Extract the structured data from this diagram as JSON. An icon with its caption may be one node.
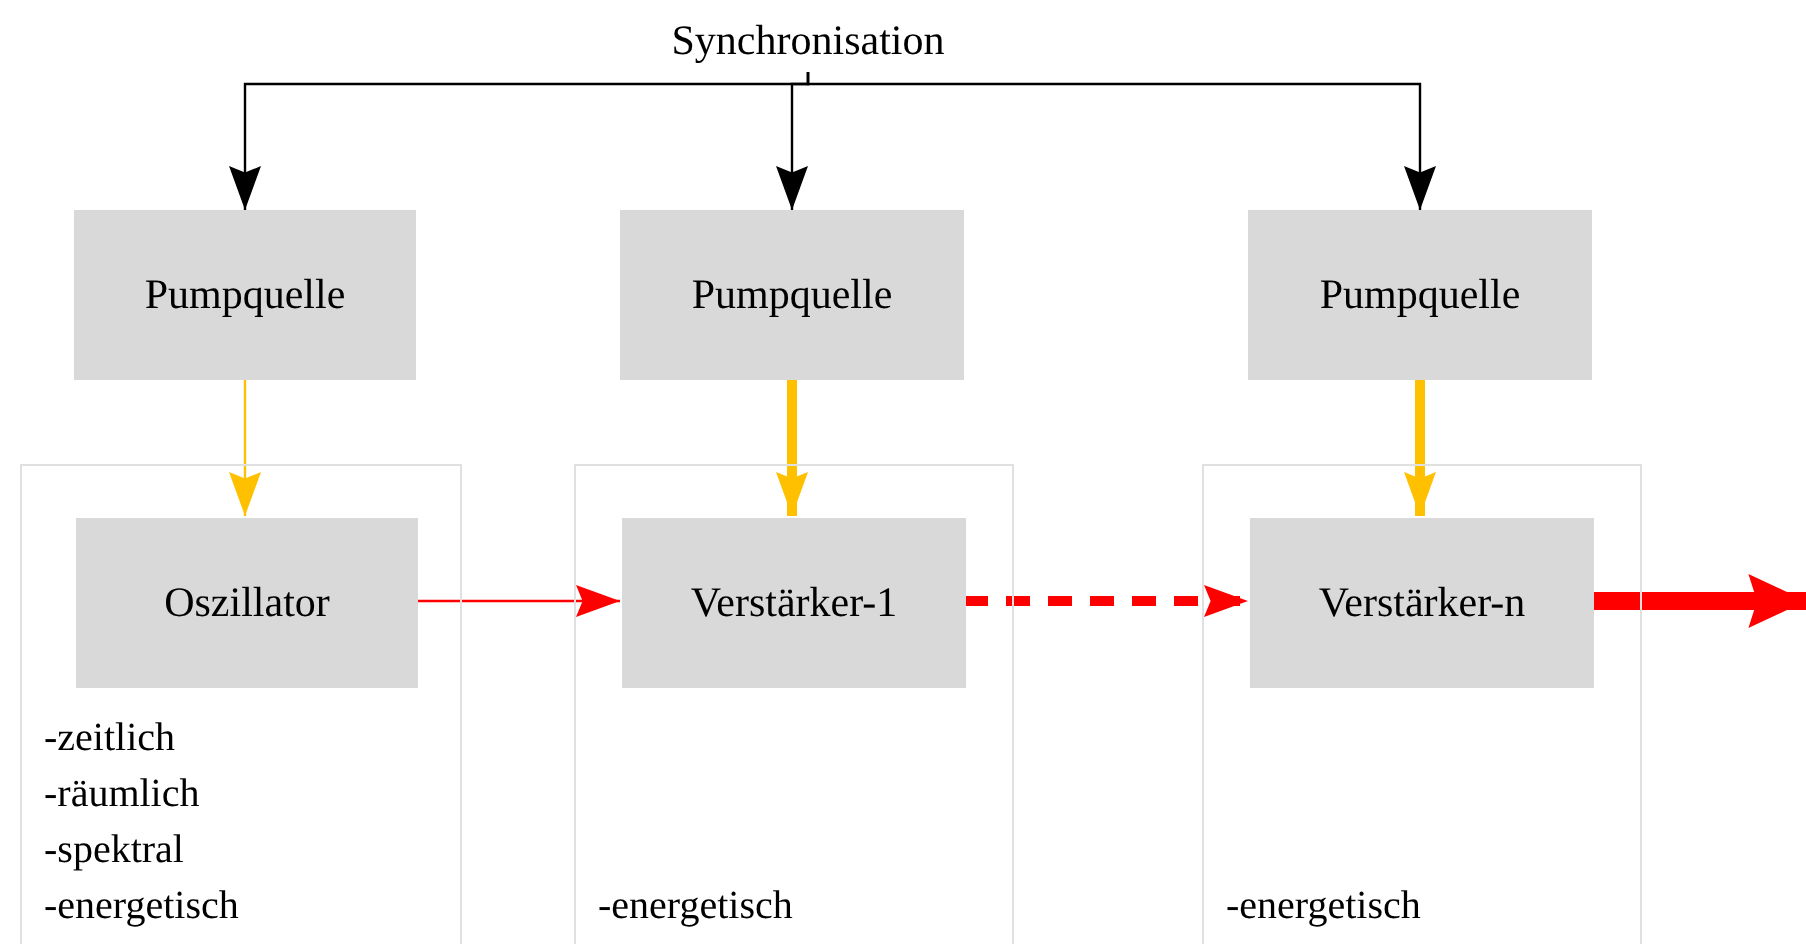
{
  "diagram": {
    "nodes": [
      {
        "text": [
          "Synchronisation"
        ]
      },
      {
        "text": [
          "Pumpquelle"
        ]
      },
      {
        "text": [
          "Pumpquelle"
        ]
      },
      {
        "text": [
          "Pumpquelle"
        ]
      },
      {
        "text": [
          "-zeitlich",
          "-räumlich",
          "-spektral",
          "-energetisch"
        ]
      },
      {
        "text": [
          "Oszillator"
        ],
        "in": 4
      },
      {
        "text": [
          "-energetisch"
        ]
      },
      {
        "text": [
          "Verstärker-1"
        ],
        "in": 6
      },
      {
        "text": [
          "-energetisch"
        ]
      },
      {
        "text": [
          "Verstärker-n"
        ],
        "in": 8
      }
    ],
    "edges": [
      {
        "from": 0,
        "to": 1,
        "arrow": "to"
      },
      {
        "from": 0,
        "to": 2,
        "arrow": "to"
      },
      {
        "from": 0,
        "to": 3,
        "arrow": "to"
      },
      {
        "from": 1,
        "to": 5,
        "arrow": "to",
        "color": "#ffc000"
      },
      {
        "from": 2,
        "to": 7,
        "arrow": "to",
        "style": "thick",
        "color": "#ffc000"
      },
      {
        "from": 3,
        "to": 9,
        "arrow": "to",
        "style": "thick",
        "color": "#ffc000"
      },
      {
        "from": 5,
        "to": 7,
        "arrow": "to",
        "color": "#ff0000"
      },
      {
        "from": 7,
        "to": 9,
        "arrow": "to",
        "style": "dashed",
        "color": "#ff0000"
      },
      {
        "from": 9,
        "to": null,
        "arrow": "to",
        "style": "thick",
        "color": "#ff0000"
      }
    ]
  }
}
